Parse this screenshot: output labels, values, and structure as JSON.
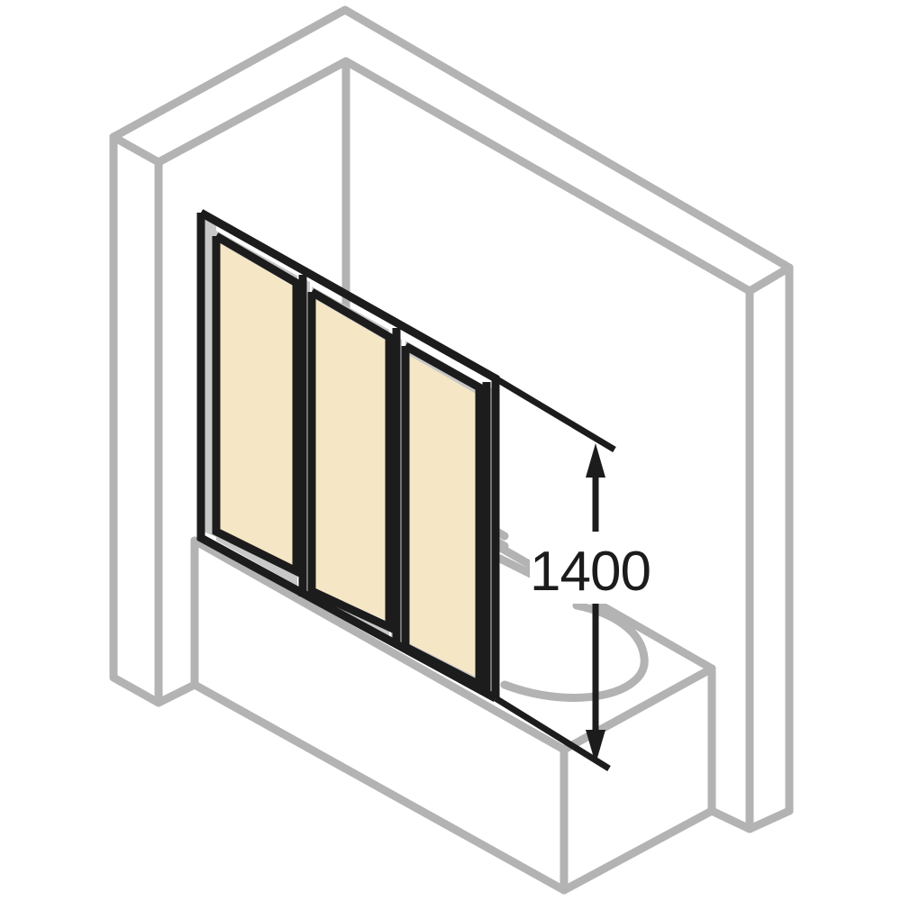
{
  "diagram": {
    "subject": "bath screen, 3-panel folding, installed on bathtub in wall niche",
    "panel_count": 3,
    "dimension": {
      "label": "1400",
      "orientation": "vertical",
      "measures": "screen height from tub rim to top of frame"
    },
    "colors": {
      "outline_gray": "#b3b3b3",
      "frame_black": "#1c1c1c",
      "frame_profile_gray": "#c8c8c8",
      "glass_tint": "#f5e6c6",
      "background": "#ffffff"
    }
  }
}
